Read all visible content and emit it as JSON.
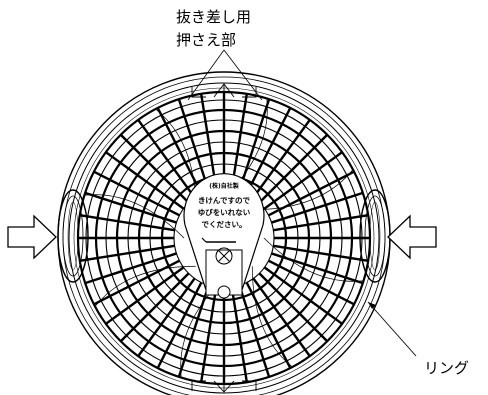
{
  "callouts": {
    "press_point_line1": "抜き差し用",
    "press_point_line2": "押さえ部",
    "ring": "リング"
  },
  "center_label": {
    "title": "(株)自社製",
    "line1": "きけんですので",
    "line2": "ゆびをいれない",
    "line3": "でください。"
  },
  "colors": {
    "line": "#000000",
    "background": "#ffffff"
  }
}
